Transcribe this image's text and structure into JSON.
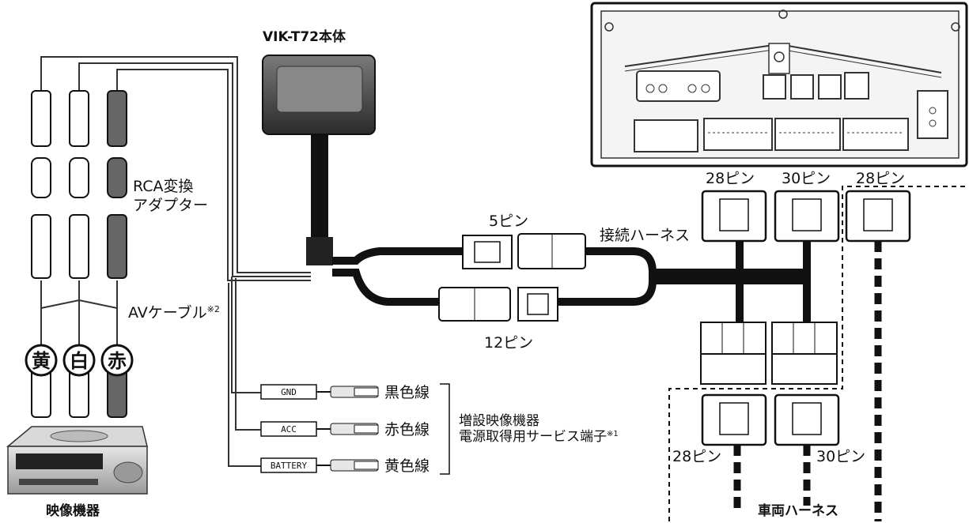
{
  "main_unit": {
    "title": "VIK-T72本体"
  },
  "rca": {
    "adapter_label_line1": "RCA変換",
    "adapter_label_line2": "アダプター"
  },
  "av_cable": {
    "label": "AVケーブル",
    "note": "※2",
    "plugs": [
      "黄",
      "白",
      "赤"
    ]
  },
  "device": {
    "label": "映像機器"
  },
  "power": {
    "tags": [
      "GND",
      "ACC",
      "BATTERY"
    ],
    "wire_labels": [
      "黒色線",
      "赤色線",
      "黄色線"
    ],
    "terminal_line1": "増設映像機器",
    "terminal_line2": "電源取得用サービス端子",
    "terminal_note": "※1"
  },
  "harness": {
    "pin5": "5ピン",
    "pin12": "12ピン",
    "connection": "接続ハーネス",
    "top_connectors": [
      "28ピン",
      "30ピン",
      "28ピン"
    ],
    "bottom_connectors": [
      "28ピン",
      "30ピン"
    ],
    "vehicle": "車両ハーネス"
  }
}
